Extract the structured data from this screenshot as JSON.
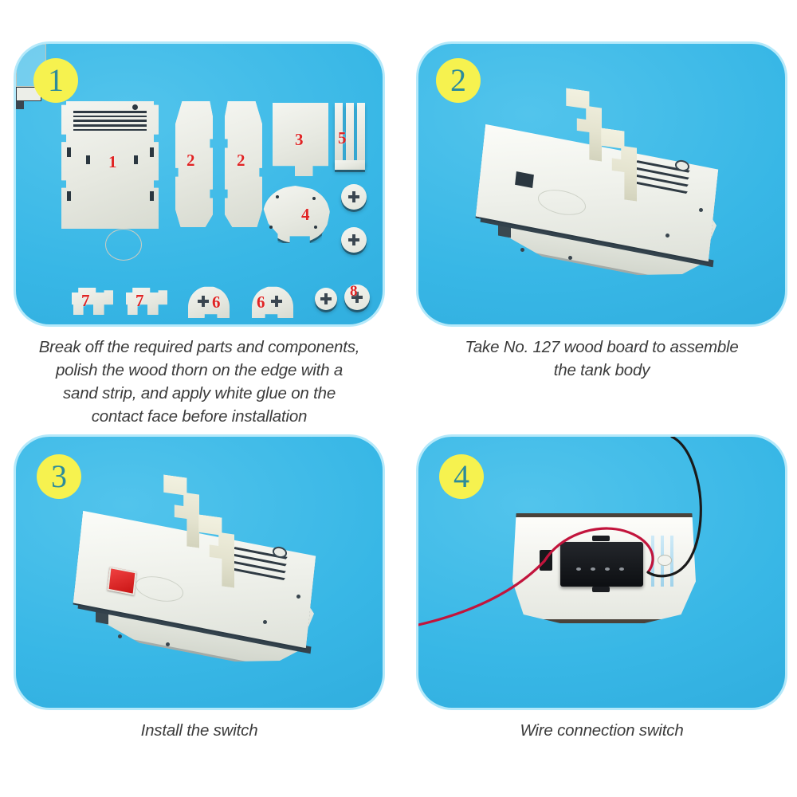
{
  "page": {
    "type": "assembly-instruction-sheet",
    "background_color": "#ffffff",
    "panel_color": "#38b7e6",
    "badge_color": "#f6f24f",
    "badge_text_color": "#2c8b9b",
    "caption_color": "#3b3b3b",
    "part_label_color": "#e02424"
  },
  "steps": [
    {
      "number": "1",
      "caption_lines": [
        "Break off the required parts and components,",
        "polish the wood thorn on the edge with a",
        "sand strip, and apply white glue on the",
        "contact face before installation"
      ],
      "photo_description": "Flat laser-cut plywood parts laid out on a blue background",
      "part_labels": [
        "1",
        "2",
        "2",
        "3",
        "5",
        "4",
        "7",
        "7",
        "6",
        "6",
        "8"
      ]
    },
    {
      "number": "2",
      "caption_lines": [
        "Take No. 127 wood board to assemble",
        "the tank body"
      ],
      "photo_description": "Assembled wooden tank body with two upright fins on the deck"
    },
    {
      "number": "3",
      "caption_lines": [
        "Install the switch"
      ],
      "photo_description": "Tank body with a red rocker switch mounted on the deck",
      "switch_color": "#d81f1f"
    },
    {
      "number": "4",
      "caption_lines": [
        "Wire connection switch"
      ],
      "photo_description": "Underside of the tank body showing the black battery box with red and black wires connected to the switch",
      "wire_colors": {
        "positive": "#c2143c",
        "negative": "#1a1a1a"
      }
    }
  ]
}
